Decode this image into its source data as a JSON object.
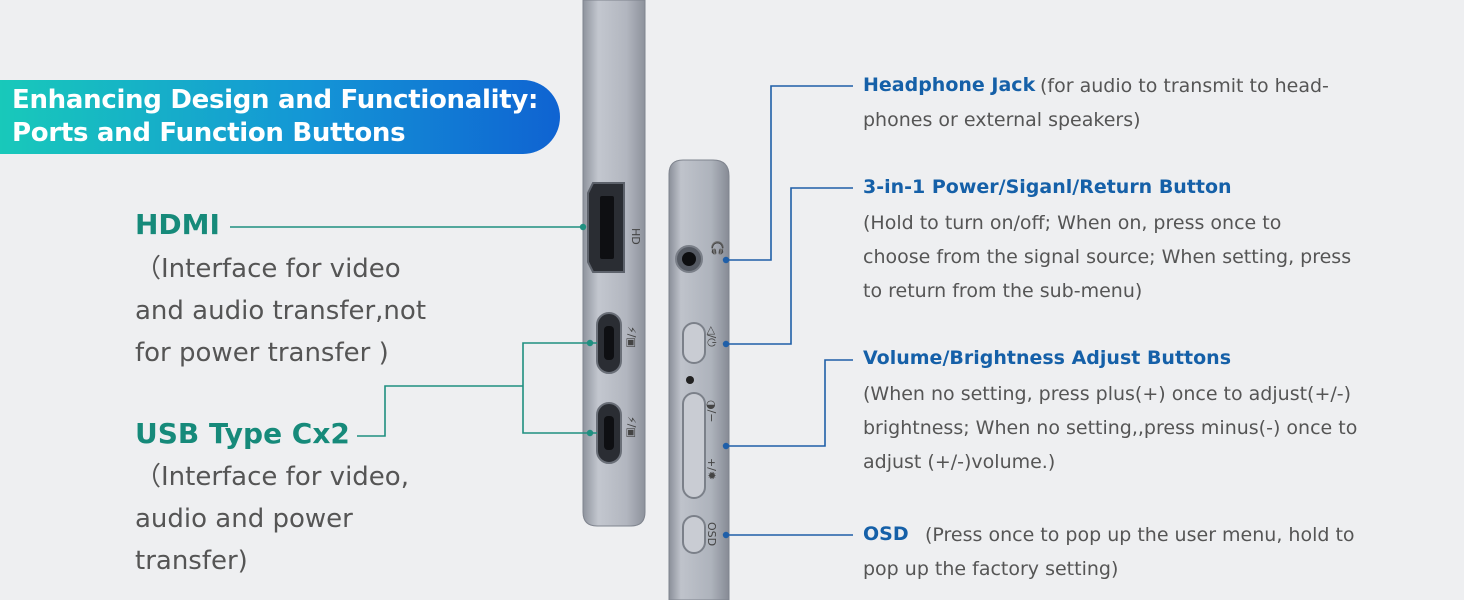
{
  "banner": {
    "line1": "Enhancing Design and Functionality:",
    "line2": "Ports and Function Buttons"
  },
  "left": {
    "hdmi": {
      "title": "HDMI",
      "desc": [
        "（Interface for video",
        "and audio transfer,not",
        "for power transfer )"
      ]
    },
    "usbc": {
      "title": "USB Type Cx2",
      "desc": [
        "（Interface for video,",
        "audio and power",
        "transfer)"
      ]
    }
  },
  "right": {
    "headphone": {
      "title": "Headphone Jack",
      "inline": "(for audio to transmit to head-",
      "desc": [
        "phones or external speakers)"
      ]
    },
    "power": {
      "title": "3-in-1 Power/Siganl/Return Button",
      "desc": [
        " (Hold to turn on/off; When on, press once to",
        "choose from the signal source; When setting, press",
        "to return from the sub-menu)"
      ]
    },
    "volume": {
      "title": "Volume/Brightness Adjust Buttons",
      "desc": [
        "(When no setting, press plus(+) once to adjust(+/-)",
        "brightness; When no setting,,press minus(-) once to",
        "adjust (+/-)volume.)"
      ]
    },
    "osd": {
      "title": "OSD",
      "inline": "(Press once to pop up the user menu, hold to",
      "desc": [
        "pop up the factory setting)"
      ]
    }
  },
  "device": {
    "port_marks": [
      "HD",
      "⚡/▣",
      "⚡/▣"
    ],
    "button_marks": [
      "◁/⏻",
      "◑/−",
      "+/✹",
      "OSD"
    ]
  },
  "colors": {
    "teal_label": "#168a7a",
    "blue_label": "#1560a8",
    "line_teal": "#1f8f80",
    "line_blue": "#1f5fa8",
    "device_body": "#a9aeb8"
  }
}
